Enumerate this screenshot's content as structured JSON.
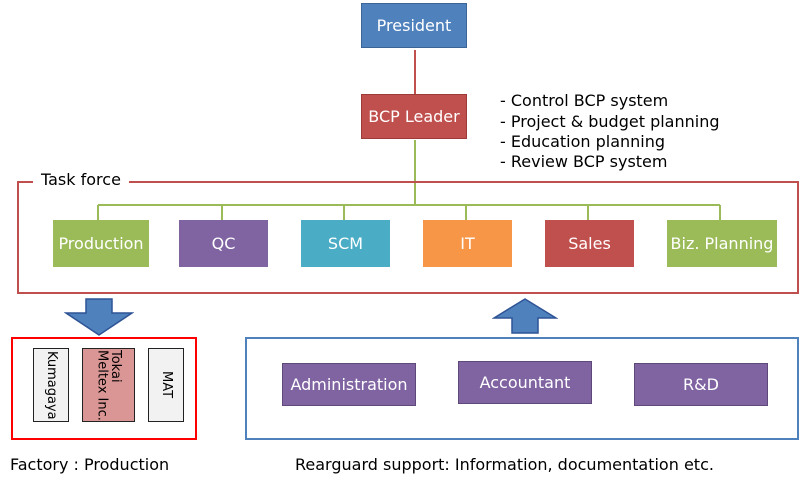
{
  "colors": {
    "blue": "#4f81bd",
    "red": "#c0504d",
    "green": "#9bbb59",
    "purple": "#8064a2",
    "teal": "#4bacc6",
    "orange": "#f79646",
    "connector_green": "#9bbb59",
    "connector_red": "#c0504d",
    "factory_pink": "#da9694",
    "factory_grey": "#f2f2f2",
    "factory_border": "#ff0000",
    "support_border": "#4f81bd"
  },
  "president": {
    "label": "President"
  },
  "bcp_leader": {
    "label": "BCP Leader",
    "duties": [
      "- Control BCP system",
      "- Project & budget planning",
      "- Education planning",
      "- Review BCP system"
    ]
  },
  "task_force": {
    "label": "Task force",
    "units": [
      {
        "label": "Production",
        "color": "#9bbb59"
      },
      {
        "label": "QC",
        "color": "#8064a2"
      },
      {
        "label": "SCM",
        "color": "#4bacc6"
      },
      {
        "label": "IT",
        "color": "#f79646"
      },
      {
        "label": "Sales",
        "color": "#c0504d"
      },
      {
        "label": "Biz. Planning",
        "color": "#9bbb59"
      }
    ]
  },
  "factory": {
    "sites": [
      "Kumagaya",
      "Tokai\nMeltex Inc.",
      "MAT"
    ],
    "caption": "Factory : Production"
  },
  "support": {
    "units": [
      "Administration",
      "Accountant",
      "R&D"
    ],
    "caption": "Rearguard support: Information, documentation etc."
  },
  "icons": {
    "down_arrow": "down-arrow-icon",
    "up_arrow": "up-arrow-icon"
  }
}
